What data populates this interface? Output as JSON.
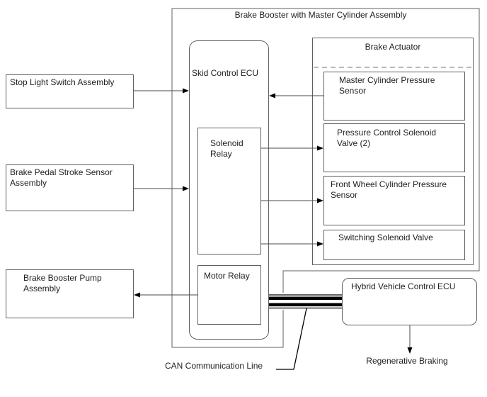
{
  "diagram": {
    "title": "Brake Booster with Master Cylinder Assembly",
    "inputs": {
      "stop_light": "Stop Light Switch Assembly",
      "brake_pedal": "Brake Pedal Stroke Sensor Assembly"
    },
    "skid_control_ecu": {
      "label": "Skid Control ECU",
      "solenoid_relay": "Solenoid Relay",
      "motor_relay": "Motor Relay"
    },
    "brake_actuator": {
      "label": "Brake Actuator",
      "components": [
        "Master Cylinder Pressure Sensor",
        "Pressure Control Solenoid Valve (2)",
        "Front Wheel Cylinder Pressure Sensor",
        "Switching Solenoid Valve"
      ]
    },
    "outputs": {
      "pump": "Brake Booster Pump Assembly",
      "hybrid_ecu": "Hybrid Vehicle Control ECU",
      "regenerative": "Regenerative Braking"
    },
    "can_label": "CAN Communication Line",
    "colors": {
      "box_border": "#606060",
      "arrow_shaft": "#4a4a4a",
      "arrow_head": "#000000",
      "can_line": "#000000",
      "dashed_divider": "#757575",
      "text": "#1f1f1f",
      "background": "#ffffff"
    }
  }
}
